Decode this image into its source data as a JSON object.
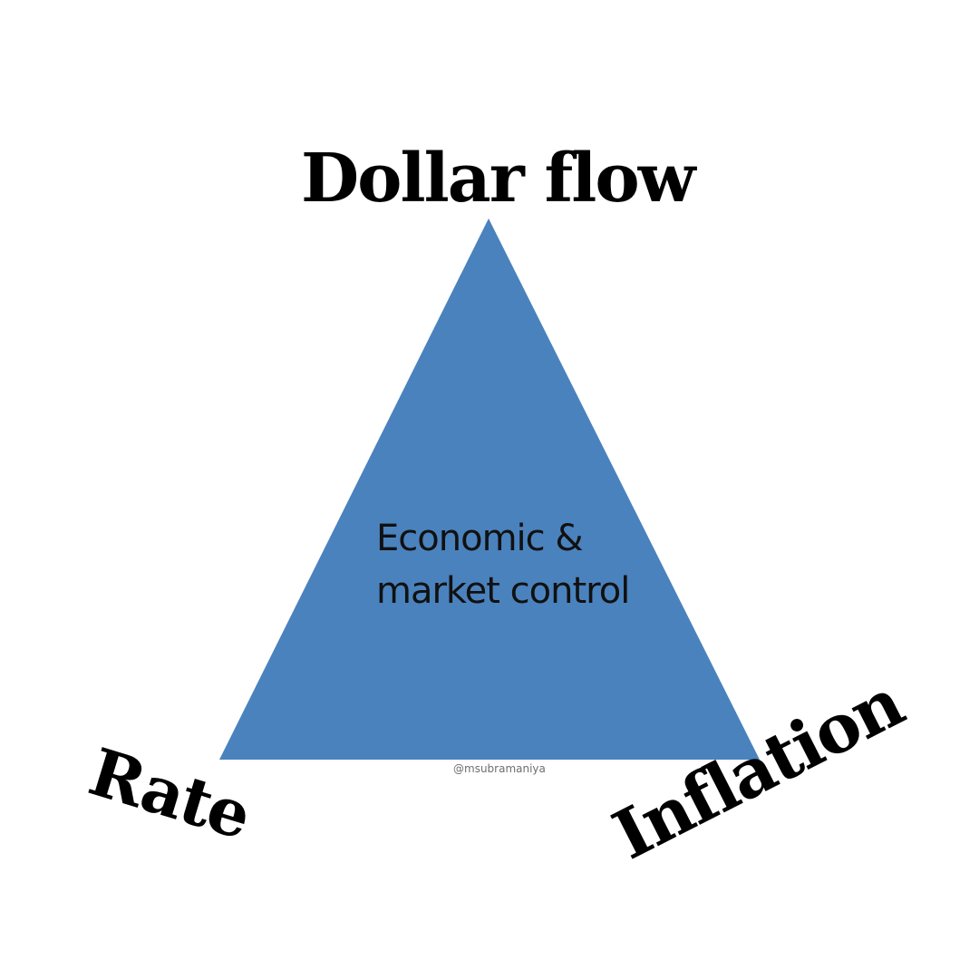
{
  "diagram": {
    "top_label": "Dollar flow",
    "left_label": "Rate",
    "right_label": "Inflation",
    "center_text": {
      "line1": "Economic &",
      "line2": "market control"
    },
    "watermark": "@msubramaniya"
  },
  "colors": {
    "triangle_fill": "#4a82bd",
    "label_color": "#000000",
    "background": "#ffffff"
  }
}
